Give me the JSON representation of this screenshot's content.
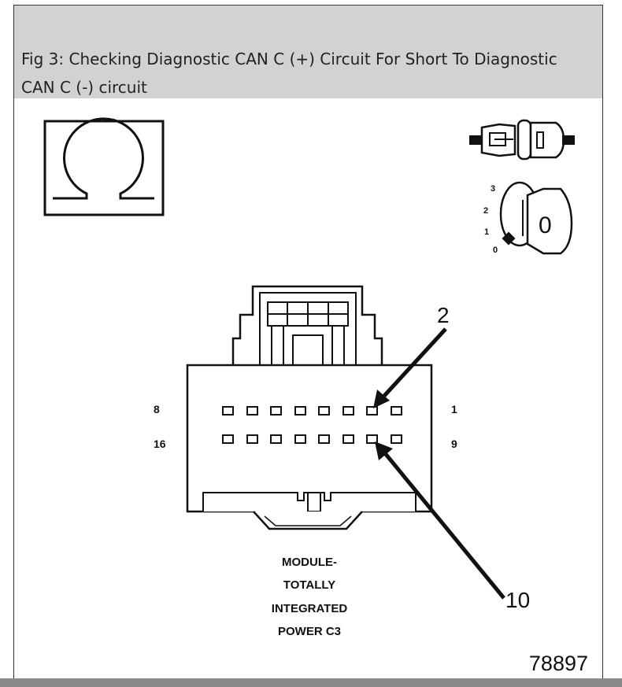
{
  "caption": {
    "title": "Fig 3: Checking Diagnostic CAN C (+) Circuit For Short To Diagnostic CAN C (-) circuit"
  },
  "icons": {
    "ohmmeter": "ohm-symbol",
    "disconnect": "connector-disconnect",
    "ignition": "ignition-key"
  },
  "ignition_positions": [
    "3",
    "2",
    "1",
    "0"
  ],
  "ignition_key_label": "0",
  "connector": {
    "pin_labels": {
      "row1_left": "8",
      "row1_right": "1",
      "row2_left": "16",
      "row2_right": "9"
    },
    "callouts": {
      "top": "2",
      "bottom": "10"
    },
    "name_lines": [
      "MODULE-",
      "TOTALLY",
      "INTEGRATED",
      "POWER C3"
    ]
  },
  "figure_id": "78897",
  "colors": {
    "caption_bg": "#d2d2d2",
    "ink": "#111111"
  }
}
